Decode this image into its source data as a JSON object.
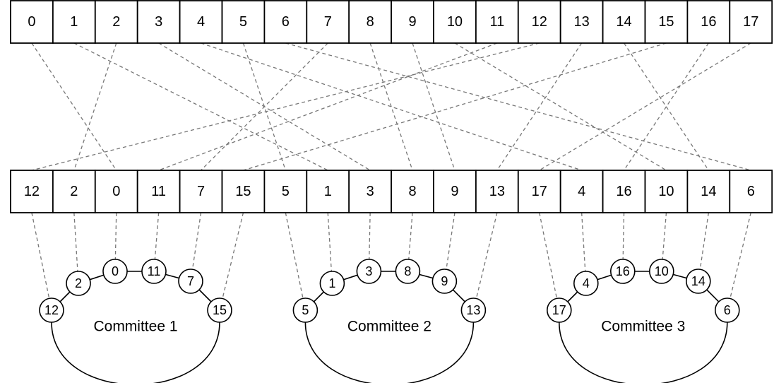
{
  "top_row": [
    "0",
    "1",
    "2",
    "3",
    "4",
    "5",
    "6",
    "7",
    "8",
    "9",
    "10",
    "11",
    "12",
    "13",
    "14",
    "15",
    "16",
    "17"
  ],
  "bottom_row": [
    "12",
    "2",
    "0",
    "11",
    "7",
    "15",
    "5",
    "1",
    "3",
    "8",
    "9",
    "13",
    "17",
    "4",
    "16",
    "10",
    "14",
    "6"
  ],
  "committees": [
    {
      "label": "Committee 1",
      "members": [
        "12",
        "2",
        "0",
        "11",
        "7",
        "15"
      ]
    },
    {
      "label": "Committee 2",
      "members": [
        "5",
        "1",
        "3",
        "8",
        "9",
        "13"
      ]
    },
    {
      "label": "Committee 3",
      "members": [
        "17",
        "4",
        "16",
        "10",
        "14",
        "6"
      ]
    }
  ]
}
